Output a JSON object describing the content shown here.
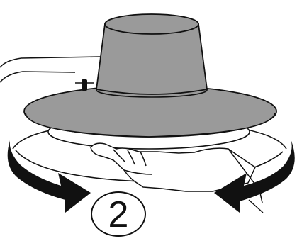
{
  "step": {
    "number": "2"
  },
  "illustration": {
    "subject": "rotate-lower-shade-by-hand",
    "rotation_direction": "both-ways"
  },
  "colors": {
    "shade_fill": "#9a9a9a",
    "outline": "#111111",
    "arrow_fill": "#111111",
    "background": "#ffffff"
  }
}
